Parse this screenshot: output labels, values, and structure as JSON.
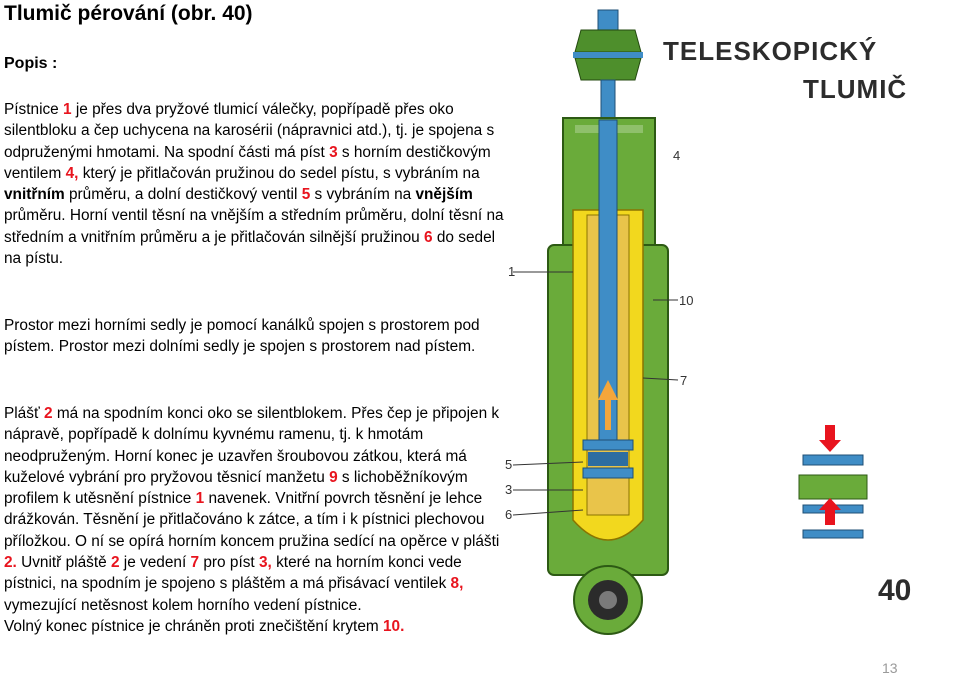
{
  "title": "Tlumič pérování (obr. 40)",
  "popis_label": "Popis :",
  "paragraph1": {
    "s01": "Pístnice ",
    "n1": "1",
    "s02": " je přes dva pryžové tlumicí válečky, popřípadě přes oko silentbloku a čep uchycena na karosérii (nápravnici atd.), tj. je spojena s odpruženými hmotami. Na spodní části má píst ",
    "n3": "3",
    "s03": " s horním destičkovým ventilem ",
    "n4": "4,",
    "s04": " který je přitlačován pružinou do sedel pístu, s vybráním na ",
    "vnitrnim": "vnitřním",
    "s05": " průměru, a dolní destičkový ventil ",
    "n5": "5",
    "s06": " s vybráním na ",
    "vnejsim": "vnějším",
    "s07": " průměru. Horní ventil těsní na vnějším a středním průměru, dolní těsní na středním a vnitřním průměru a je přitlačován silnější pružinou ",
    "n6": "6",
    "s08": " do sedel na pístu."
  },
  "paragraph2": "Prostor mezi horními sedly je pomocí kanálků spojen s prostorem pod pístem. Prostor mezi dolními sedly je spojen s prostorem nad pístem.",
  "paragraph3": {
    "s01": "Plášť ",
    "n2a": "2",
    "s02": " má na spodním konci oko se silentblokem. Přes čep je připojen k nápravě, popřípadě k dolnímu kyvnému ramenu, tj. k hmotám neodpruženým. Horní konec je uzavřen šroubovou zátkou, která má kuželové vybrání pro pryžovou těsnicí manžetu ",
    "n9": "9",
    "s03": " s lichoběžníkovým profilem k utěsnění pístnice ",
    "n1": "1",
    "s04": " navenek. Vnitřní povrch těsnění je lehce drážkován. Těsnění je přitlačováno k zátce, a tím i k pístnici plechovou příložkou. O ní se opírá horním koncem pružina sedící na opěrce v plášti ",
    "n2b": "2.",
    "s05": " Uvnitř pláště ",
    "n2c": "2",
    "s06": " je vedení ",
    "n7": "7",
    "s07": " pro píst ",
    "n3": "3,",
    "s08": " které na horním konci vede pístnici, na spodním je spojeno s pláštěm a má přisávací ventilek ",
    "n8": "8,",
    "s09": " vymezující netěsnost kolem horního vedení pístnice."
  },
  "paragraph4": {
    "s01": "Volný konec pístnice je chráněn proti znečištění krytem ",
    "n10": "10."
  },
  "figure": {
    "heading_line1": "TELESKOPICKÝ",
    "heading_line2": "TLUMIČ",
    "figure_number": "40",
    "callouts": [
      "1",
      "10",
      "7",
      "5",
      "3",
      "6",
      "4"
    ],
    "colors": {
      "shock_body": "#6aab3a",
      "inner_yellow": "#f2d81e",
      "rod_blue": "#3f8dc6",
      "accent_red": "#e8141e"
    }
  },
  "page_number": "13"
}
